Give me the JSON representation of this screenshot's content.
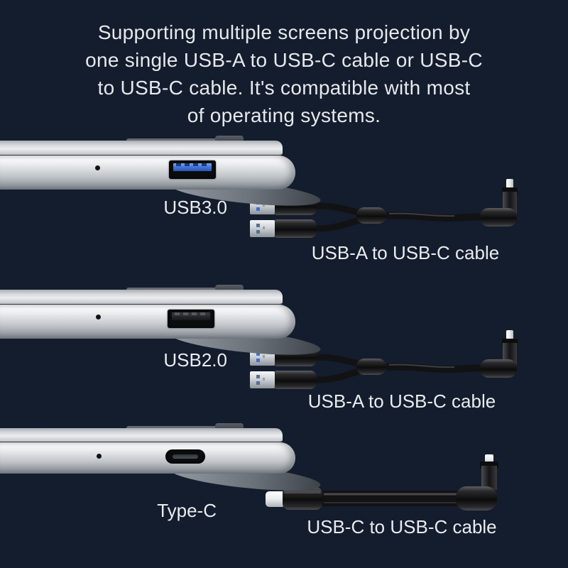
{
  "title": {
    "lines": [
      "Supporting multiple screens projection by",
      "one single USB-A to USB-C cable or USB-C",
      "to USB-C cable. It's compatible with most",
      "of operating systems."
    ]
  },
  "sections": [
    {
      "port_label": "USB3.0",
      "port_type": "usb-a-3.0-port",
      "cable_label": "USB-A to USB-C cable",
      "cable_type": "dual-usb-a-to-right-angle-usb-c"
    },
    {
      "port_label": "USB2.0",
      "port_type": "usb-a-2.0-port",
      "cable_label": "USB-A to USB-C cable",
      "cable_type": "dual-usb-a-to-right-angle-usb-c"
    },
    {
      "port_label": "Type-C",
      "port_type": "usb-c-port",
      "cable_label": "USB-C to USB-C cable",
      "cable_type": "usb-c-to-right-angle-usb-c"
    }
  ],
  "colors": {
    "background": "#141d2d",
    "text": "#e9ecef",
    "usb3_port_blue": "#4a7adc",
    "laptop_silver": "#d8dbde",
    "port_black": "#0b0c0d",
    "cable_black": "#121214",
    "connector_metal": "#cfd3d7",
    "usb_c_tip_white": "#eceeef"
  }
}
